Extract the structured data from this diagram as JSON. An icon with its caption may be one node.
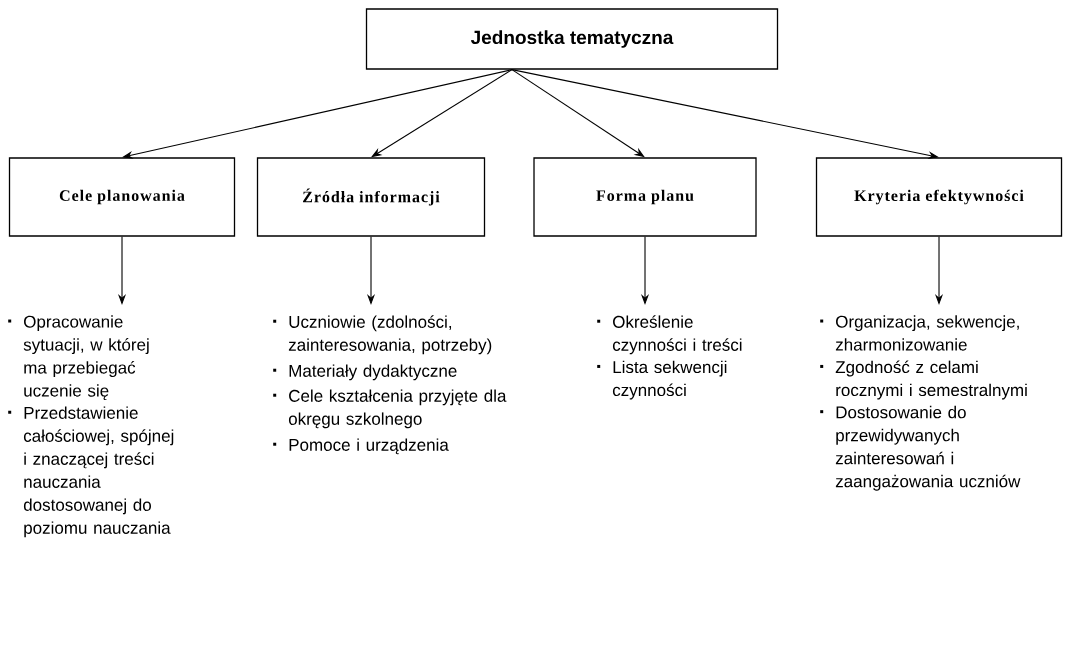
{
  "diagram": {
    "nodes": [
      {
        "text": [
          "Jednostka tematyczna"
        ]
      },
      {
        "text": [
          "Cele planowania"
        ]
      },
      {
        "text": [
          "Źródła informacji"
        ]
      },
      {
        "text": [
          "Forma planu"
        ]
      },
      {
        "text": [
          "Kryteria efektywności"
        ]
      },
      {
        "text": [
          "Opracowanie sytuacji, w której ma przebiegać uczenie się",
          "Przedstawienie całościowej, spójnej i znaczącej treści nauczania dostosowanej do poziomu nauczania"
        ]
      },
      {
        "text": [
          "Uczniowie (zdolności, zainteresowania, potrzeby)",
          "Materiały dydaktyczne",
          "Cele kształcenia przyjęte dla okręgu szkolnego",
          "Pomoce i urządzenia"
        ]
      },
      {
        "text": [
          "Określenie czynności i treści",
          "Lista sekwencji czynności"
        ]
      },
      {
        "text": [
          "Organizacja, sekwencje, zharmonizowanie",
          "Zgodność z celami rocznymi i semestralnymi",
          "Dostosowanie do przewidywanych zainteresowań i zaangażowania uczniów"
        ]
      }
    ],
    "edges": [
      {
        "from": 0,
        "to": 1,
        "arrow": "to"
      },
      {
        "from": 0,
        "to": 2,
        "arrow": "to"
      },
      {
        "from": 0,
        "to": 3,
        "arrow": "to"
      },
      {
        "from": 0,
        "to": 4,
        "arrow": "to"
      },
      {
        "from": 1,
        "to": 5,
        "arrow": "to"
      },
      {
        "from": 2,
        "to": 6,
        "arrow": "to"
      },
      {
        "from": 3,
        "to": 7,
        "arrow": "to"
      },
      {
        "from": 4,
        "to": 8,
        "arrow": "to"
      }
    ]
  }
}
